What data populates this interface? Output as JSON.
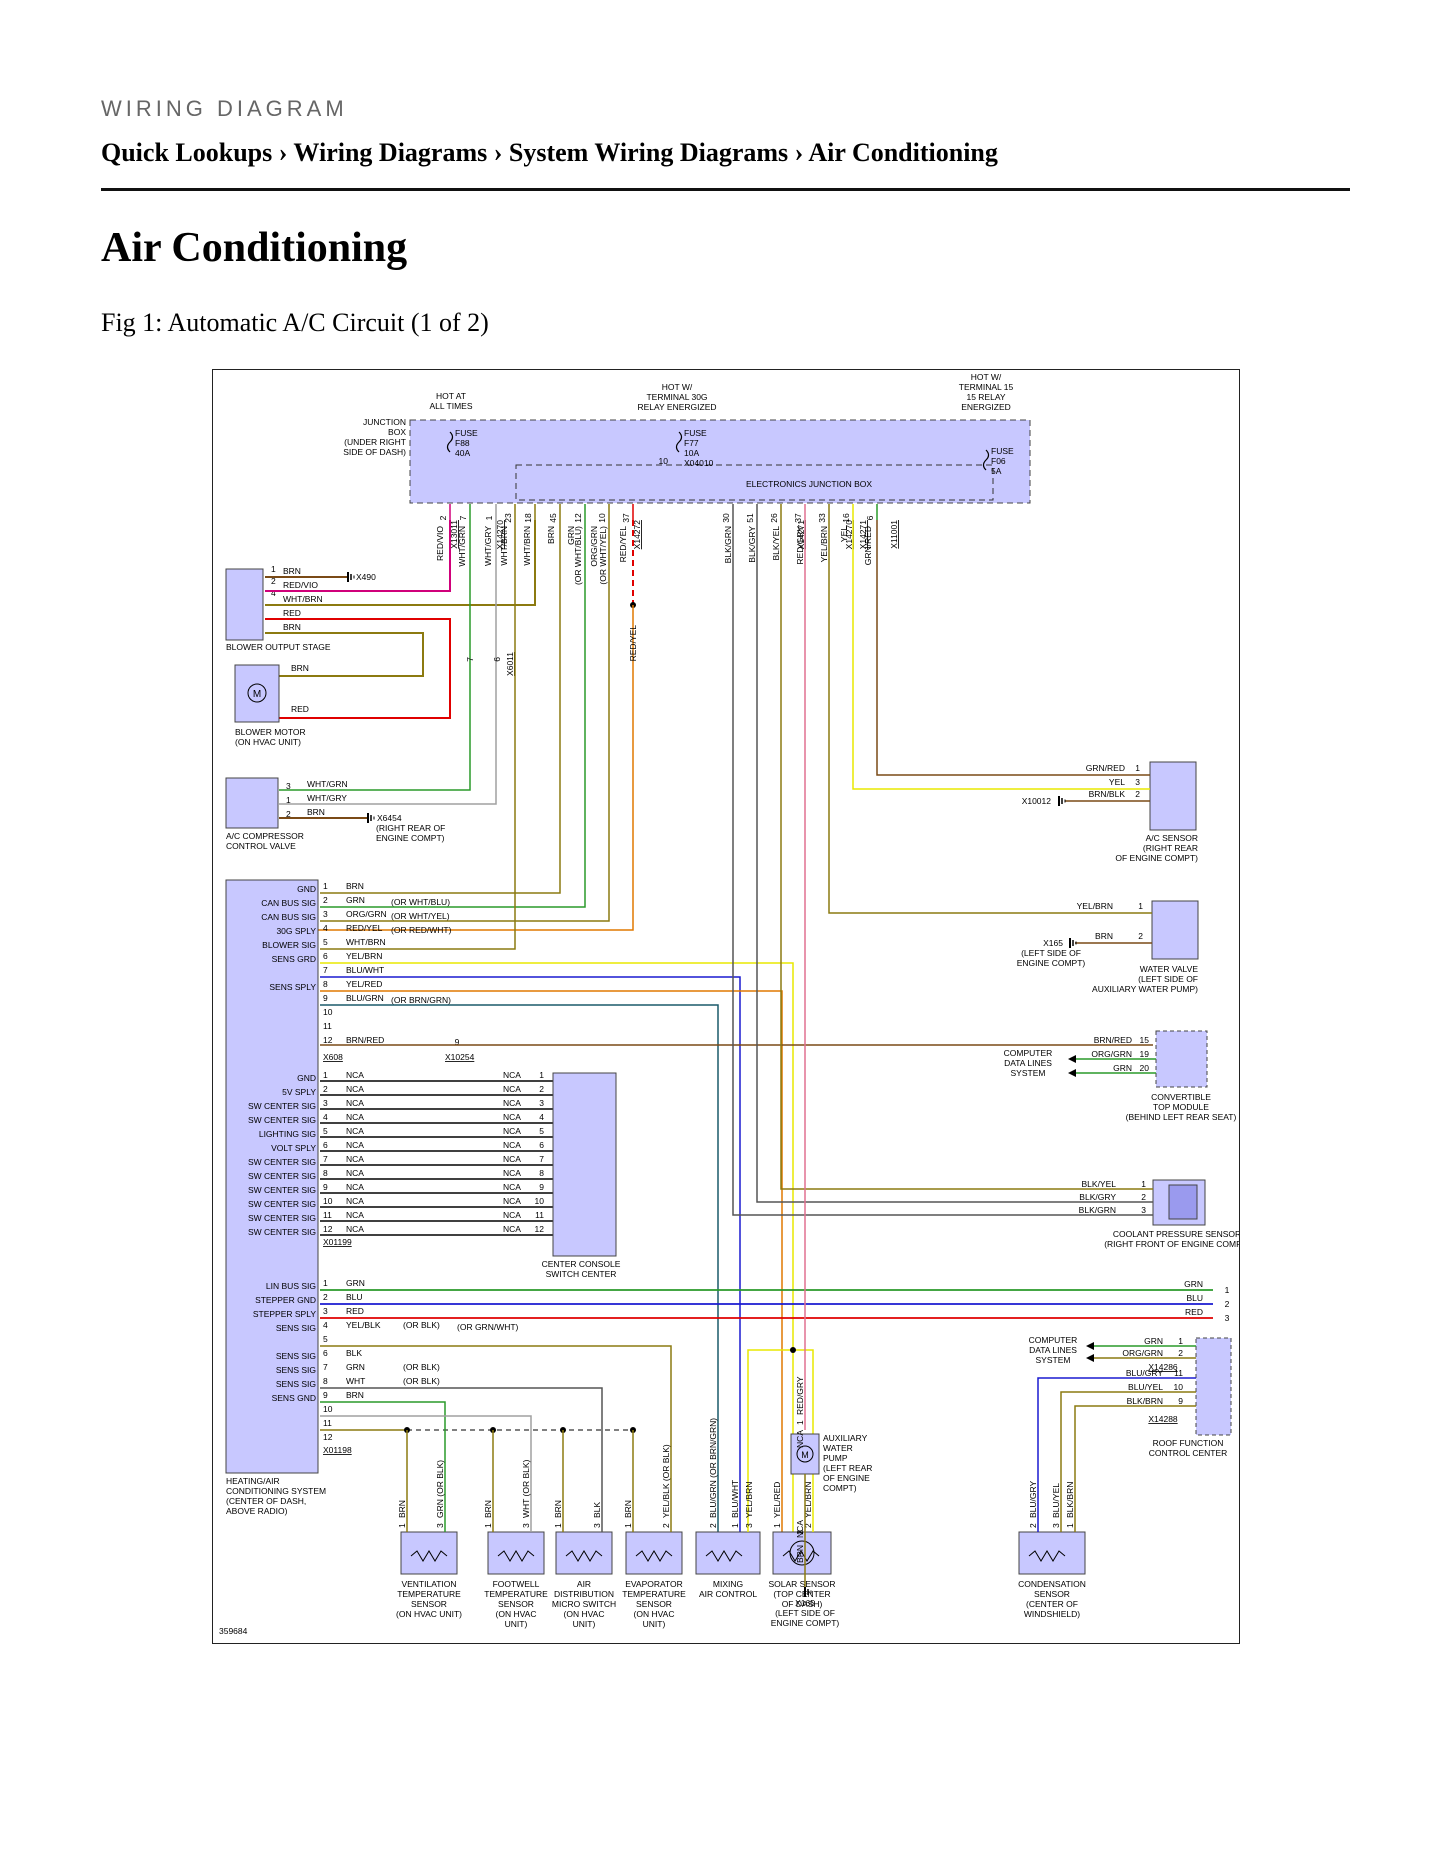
{
  "header": {
    "eyebrow": "WIRING DIAGRAM",
    "breadcrumb": "Quick Lookups › Wiring Diagrams › System Wiring Diagrams › Air Conditioning"
  },
  "page_title": "Air Conditioning",
  "figure_caption": "Fig 1: Automatic A/C Circuit (1 of 2)",
  "colors": {
    "box_fill": "#c8c8ff",
    "box_stroke": "#444",
    "red": "#e00000",
    "magenta": "#d0007a",
    "green": "#2a9a2a",
    "brown": "#7a4a16",
    "olive": "#8c7a10",
    "yellow": "#e8e800",
    "blue": "#1a1ad0",
    "grey": "#a0a0a0",
    "darkgrey": "#555555",
    "orange": "#e07800",
    "pink": "#e07090",
    "teal": "#1a5a6a"
  },
  "diagram": {
    "power_labels": {
      "hot_all": [
        "HOT AT",
        "ALL TIMES"
      ],
      "hot_30g": [
        "HOT W/",
        "TERMINAL 30G",
        "RELAY ENERGIZED"
      ],
      "hot_15": [
        "HOT W/",
        "TERMINAL 15",
        "15 RELAY",
        "ENERGIZED"
      ]
    },
    "junction_box_label": [
      "JUNCTION",
      "BOX",
      "(UNDER RIGHT",
      "SIDE OF DASH)"
    ],
    "fuses": [
      {
        "lines": [
          "FUSE",
          "F88",
          "40A"
        ]
      },
      {
        "lines": [
          "FUSE",
          "F77",
          "10A",
          "X04010"
        ]
      },
      {
        "lines": [
          "FUSE",
          "F06",
          "5A"
        ]
      }
    ],
    "fuse2_pin": "10",
    "ejb_label": "ELECTRONICS JUNCTION BOX",
    "top_pins": [
      "2",
      "7",
      "1",
      "23",
      "18",
      "45",
      "12",
      "10",
      "37",
      "30",
      "51",
      "26",
      "37",
      "33",
      "16",
      "6"
    ],
    "top_wire_labels": [
      "RED/VIO",
      "WHT/GRN",
      "WHT/GRY",
      "WHT/BRN",
      "WHT/BRN",
      "BRN",
      "GRN",
      "(OR WHT/BLU)",
      "ORG/GRN",
      "(OR WHT/YEL)",
      "RED/YEL",
      "BLK/GRN",
      "BLK/GRY",
      "BLK/YEL",
      "RED/GRY",
      "YEL/BRN",
      "YEL",
      "GRN/RED"
    ],
    "top_connectors": [
      "X13011",
      "X14270",
      "X14272",
      "X14271",
      "X14270",
      "X14271",
      "X11001"
    ],
    "blower_stage": {
      "label": "BLOWER OUTPUT STAGE",
      "pins": [
        "1",
        "2",
        "4"
      ],
      "wires": [
        "BRN",
        "RED/VIO",
        "WHT/BRN",
        "RED",
        "BRN"
      ],
      "ground": "X490"
    },
    "blower_motor": {
      "label": [
        "BLOWER MOTOR",
        "(ON HVAC UNIT)"
      ],
      "wires": [
        "BRN",
        "RED"
      ],
      "symbol": "M"
    },
    "inline": {
      "pins": [
        "7",
        "6"
      ],
      "connector": "X6011"
    },
    "red_yel_mid": "RED/YEL",
    "compressor_valve": {
      "label": [
        "A/C COMPRESSOR",
        "CONTROL VALVE"
      ],
      "pins": [
        "3",
        "1",
        "2"
      ],
      "wires": [
        "WHT/GRN",
        "WHT/GRY",
        "BRN"
      ],
      "ground": "X6454",
      "ground_note": [
        "(RIGHT REAR OF",
        "ENGINE COMPT)"
      ]
    },
    "ac_sensor": {
      "label": [
        "A/C SENSOR",
        "(RIGHT REAR",
        "OF ENGINE COMPT)"
      ],
      "wires": [
        {
          "name": "GRN/RED",
          "pin": "1"
        },
        {
          "name": "YEL",
          "pin": "3"
        },
        {
          "name": "BRN/BLK",
          "pin": "2"
        }
      ],
      "ground": "X10012"
    },
    "water_valve": {
      "label": [
        "WATER VALVE",
        "(LEFT SIDE OF",
        "AUXILIARY WATER PUMP)"
      ],
      "wires": [
        {
          "name": "YEL/BRN",
          "pin": "1"
        },
        {
          "name": "BRN",
          "pin": "2"
        }
      ],
      "ground": "X165",
      "ground_note": [
        "(LEFT SIDE OF",
        "ENGINE COMPT)"
      ]
    },
    "hvac_module": {
      "label": [
        "HEATING/AIR",
        "CONDITIONING SYSTEM",
        "(CENTER OF DASH,",
        "ABOVE RADIO)"
      ],
      "group1": {
        "rows": [
          {
            "sig": "GND",
            "pin": "1",
            "wire": "BRN",
            "alt": ""
          },
          {
            "sig": "CAN BUS SIG",
            "pin": "2",
            "wire": "GRN",
            "alt": "(OR WHT/BLU)"
          },
          {
            "sig": "CAN BUS SIG",
            "pin": "3",
            "wire": "ORG/GRN",
            "alt": "(OR WHT/YEL)"
          },
          {
            "sig": "30G SPLY",
            "pin": "4",
            "wire": "RED/YEL",
            "alt": "(OR RED/WHT)"
          },
          {
            "sig": "BLOWER SIG",
            "pin": "5",
            "wire": "WHT/BRN",
            "alt": ""
          },
          {
            "sig": "SENS GRD",
            "pin": "6",
            "wire": "YEL/BRN",
            "alt": ""
          },
          {
            "sig": "",
            "pin": "7",
            "wire": "BLU/WHT",
            "alt": ""
          },
          {
            "sig": "SENS SPLY",
            "pin": "8",
            "wire": "YEL/RED",
            "alt": ""
          },
          {
            "sig": "",
            "pin": "9",
            "wire": "BLU/GRN",
            "alt": "(OR BRN/GRN)"
          },
          {
            "sig": "",
            "pin": "10",
            "wire": "",
            "alt": ""
          },
          {
            "sig": "",
            "pin": "11",
            "wire": "",
            "alt": ""
          },
          {
            "sig": "",
            "pin": "12",
            "wire": "BRN/RED",
            "alt": ""
          }
        ],
        "connector": "X608",
        "inline_pin": "9",
        "inline_connector": "X10254"
      },
      "group2": {
        "rows": [
          {
            "sig": "GND",
            "pin": "1"
          },
          {
            "sig": "5V SPLY",
            "pin": "2"
          },
          {
            "sig": "SW CENTER SIG",
            "pin": "3"
          },
          {
            "sig": "SW CENTER SIG",
            "pin": "4"
          },
          {
            "sig": "LIGHTING SIG",
            "pin": "5"
          },
          {
            "sig": "VOLT SPLY",
            "pin": "6"
          },
          {
            "sig": "SW CENTER SIG",
            "pin": "7"
          },
          {
            "sig": "SW CENTER SIG",
            "pin": "8"
          },
          {
            "sig": "SW CENTER SIG",
            "pin": "9"
          },
          {
            "sig": "SW CENTER SIG",
            "pin": "10"
          },
          {
            "sig": "SW CENTER SIG",
            "pin": "11"
          },
          {
            "sig": "SW CENTER SIG",
            "pin": "12"
          }
        ],
        "wire": "NCA",
        "connector": "X01199"
      },
      "group3": {
        "rows": [
          {
            "sig": "LIN BUS SIG",
            "pin": "1",
            "wire": "GRN",
            "alt": ""
          },
          {
            "sig": "STEPPER GND",
            "pin": "2",
            "wire": "BLU",
            "alt": ""
          },
          {
            "sig": "STEPPER SPLY",
            "pin": "3",
            "wire": "RED",
            "alt": ""
          },
          {
            "sig": "SENS SIG",
            "pin": "4",
            "wire": "YEL/BLK",
            "alt": "(OR BLK)"
          },
          {
            "sig": "",
            "pin": "5",
            "wire": "",
            "alt": ""
          },
          {
            "sig": "SENS SIG",
            "pin": "6",
            "wire": "BLK",
            "alt": ""
          },
          {
            "sig": "SENS SIG",
            "pin": "7",
            "wire": "GRN",
            "alt": "(OR BLK)"
          },
          {
            "sig": "SENS SIG",
            "pin": "8",
            "wire": "WHT",
            "alt": "(OR BLK)"
          },
          {
            "sig": "SENS GND",
            "pin": "9",
            "wire": "BRN",
            "alt": ""
          },
          {
            "sig": "",
            "pin": "10",
            "wire": "",
            "alt": ""
          },
          {
            "sig": "",
            "pin": "11",
            "wire": "",
            "alt": ""
          },
          {
            "sig": "",
            "pin": "12",
            "wire": "",
            "alt": ""
          }
        ],
        "alt2": "(OR GRN/WHT)",
        "connector": "X01198"
      }
    },
    "center_console": {
      "label": [
        "CENTER CONSOLE",
        "SWITCH CENTER"
      ]
    },
    "data_lines_1": [
      "COMPUTER",
      "DATA LINES",
      "SYSTEM"
    ],
    "convertible": {
      "label": [
        "CONVERTIBLE",
        "TOP MODULE",
        "(BEHIND LEFT REAR SEAT)"
      ],
      "wires": [
        {
          "name": "BRN/RED",
          "pin": "15"
        },
        {
          "name": "ORG/GRN",
          "pin": "19"
        },
        {
          "name": "GRN",
          "pin": "20"
        }
      ]
    },
    "coolant_sensor": {
      "label": [
        "COOLANT PRESSURE SENSOR",
        "(RIGHT FRONT OF ENGINE COMPT)"
      ],
      "wires": [
        {
          "name": "BLK/YEL",
          "pin": "1"
        },
        {
          "name": "BLK/GRY",
          "pin": "2"
        },
        {
          "name": "BLK/GRN",
          "pin": "3"
        }
      ]
    },
    "bus_right": [
      {
        "name": "GRN",
        "pin": "1"
      },
      {
        "name": "BLU",
        "pin": "2"
      },
      {
        "name": "RED",
        "pin": "3"
      }
    ],
    "data_lines_2": [
      "COMPUTER",
      "DATA LINES",
      "SYSTEM"
    ],
    "roof_center": {
      "label": [
        "ROOF FUNCTION",
        "CONTROL CENTER"
      ],
      "wires": [
        {
          "name": "GRN",
          "pin": "1"
        },
        {
          "name": "ORG/GRN",
          "pin": "2"
        },
        {
          "name": "BLU/GRY",
          "pin": "11"
        },
        {
          "name": "BLU/YEL",
          "pin": "10"
        },
        {
          "name": "BLK/BRN",
          "pin": "9"
        }
      ],
      "connectors": [
        "X14286",
        "X14288"
      ]
    },
    "aux_pump": {
      "label": [
        "AUXILIARY",
        "WATER",
        "PUMP",
        "(LEFT REAR",
        "OF ENGINE",
        "COMPT)"
      ],
      "wires": [
        "RED/GRY",
        "NCA",
        "NCA",
        "BRN"
      ],
      "pins": [
        "1",
        "2"
      ],
      "ground": "X165",
      "ground_note": [
        "(LEFT SIDE OF",
        "ENGINE COMPT)"
      ],
      "symbol": "M"
    },
    "bottom_sensors": [
      {
        "label": [
          "VENTILATION",
          "TEMPERATURE",
          "SENSOR",
          "(ON HVAC UNIT)"
        ],
        "wires": [
          {
            "pin": "1",
            "name": "BRN"
          },
          {
            "pin": "3",
            "name": "GRN (OR BLK)"
          }
        ]
      },
      {
        "label": [
          "FOOTWELL",
          "TEMPERATURE",
          "SENSOR",
          "(ON HVAC",
          "UNIT)"
        ],
        "wires": [
          {
            "pin": "1",
            "name": "BRN"
          },
          {
            "pin": "3",
            "name": "WHT (OR BLK)"
          }
        ]
      },
      {
        "label": [
          "AIR",
          "DISTRIBUTION",
          "MICRO SWITCH",
          "(ON HVAC",
          "UNIT)"
        ],
        "wires": [
          {
            "pin": "1",
            "name": "BRN"
          },
          {
            "pin": "3",
            "name": "BLK"
          }
        ]
      },
      {
        "label": [
          "EVAPORATOR",
          "TEMPERATURE",
          "SENSOR",
          "(ON HVAC",
          "UNIT)"
        ],
        "wires": [
          {
            "pin": "1",
            "name": "BRN"
          },
          {
            "pin": "2",
            "name": "YEL/BLK (OR BLK)"
          }
        ]
      },
      {
        "label": [
          "MIXING",
          "AIR CONTROL"
        ],
        "wires": [
          {
            "pin": "2",
            "name": "BLU/GRN (OR BRN/GRN)"
          },
          {
            "pin": "1",
            "name": "BLU/WHT"
          },
          {
            "pin": "3",
            "name": "YEL/BRN"
          }
        ]
      },
      {
        "label": [
          "SOLAR SENSOR",
          "(TOP CENTER",
          "OF DASH)"
        ],
        "wires": [
          {
            "pin": "1",
            "name": "YEL/RED"
          },
          {
            "pin": "2",
            "name": "YEL/BRN"
          }
        ]
      },
      {
        "label": [
          "CONDENSATION",
          "SENSOR",
          "(CENTER OF",
          "WINDSHIELD)"
        ],
        "wires": [
          {
            "pin": "2",
            "name": "BLU/GRY"
          },
          {
            "pin": "3",
            "name": "BLU/YEL"
          },
          {
            "pin": "1",
            "name": "BLK/BRN"
          }
        ]
      }
    ],
    "or_grn_wht": "(OR GRN/WHT)",
    "figure_id": "359684"
  }
}
